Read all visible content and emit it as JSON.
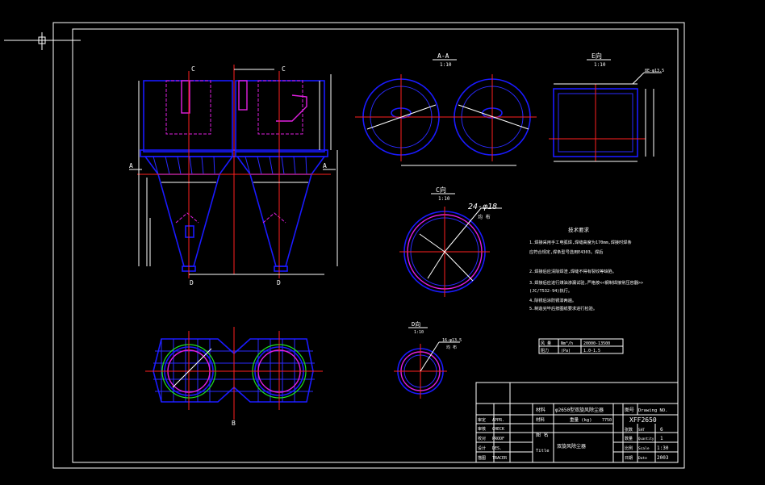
{
  "section_labels": {
    "c_top_left": "C",
    "c_top_right": "C",
    "d_bottom_left": "D",
    "d_bottom_right": "D",
    "a_left": "A",
    "a_right": "A",
    "b_bottom": "B",
    "view_aa_title": "A-A",
    "view_aa_scale": "1:10",
    "view_c_title": "C向",
    "view_c_scale": "1:10",
    "view_d_title": "D向",
    "view_d_scale": "1:10",
    "view_e_title": "E向",
    "view_e_scale": "1:10"
  },
  "callouts": {
    "holes_24": "24-φ18",
    "holes_24_sub": "均 布",
    "holes_16": "16-φ13.5",
    "holes_16_sub": "均 布",
    "holes_e": "8E-φ13.5"
  },
  "tech_notes": {
    "title": "技术要求",
    "lines": [
      "1.焊接采用手工电弧焊,焊缝高度为170mm,焊接时焊条",
      "  应符合规定,焊条型号选用E4303。焊后",
      "2.焊接后应清除焊渣,焊缝不得有裂纹等缺陷。",
      "3.焊接后应进行煤油渗漏试验,严格按<<钢制焊接常压容器>>",
      "  (JC/T532-94)执行。",
      "4.除锈后涂防锈漆两遍。",
      "5.制造完毕后按图纸要求进行检验。"
    ]
  },
  "param_table": {
    "rows": [
      [
        "风  量",
        "Nm³/h",
        "20000-13500"
      ],
      [
        "阻力",
        "(Pa)",
        "1.0-1.5"
      ]
    ]
  },
  "title_block": {
    "drawing_name": "φ2650型双旋风除尘器",
    "code_label": "图号",
    "code_label_en": "Drawing NO.",
    "drawing_no": "XFF2650",
    "material_label": "材料",
    "weight_label": "重量 (kg)",
    "weight_value": "7750",
    "title_cn": "双旋风除尘器",
    "title_label": "图 名",
    "title_label_en": "Title",
    "sheet_label": "张数",
    "sheet_en": "SHT",
    "sheet_value": "6",
    "qty_label": "数量",
    "qty_en": "Quantity",
    "qty_value": "1",
    "scale_label": "比例",
    "scale_en": "Scale",
    "scale_value": "1:30",
    "date_label": "日期",
    "date_en": "Date",
    "date_value": "2003",
    "roles": [
      {
        "cn": "审定",
        "en": "APPR."
      },
      {
        "cn": "审核",
        "en": "CHECK"
      },
      {
        "cn": "校对",
        "en": "PROOF"
      },
      {
        "cn": "设计",
        "en": "DES."
      },
      {
        "cn": "描图",
        "en": "TRACER"
      }
    ]
  },
  "colors": {
    "background": "#000000",
    "outline": "#1a1aff",
    "centerline": "#ff2020",
    "hidden": "#e020e0",
    "dimension": "#ffffff",
    "weld": "#20e020"
  }
}
